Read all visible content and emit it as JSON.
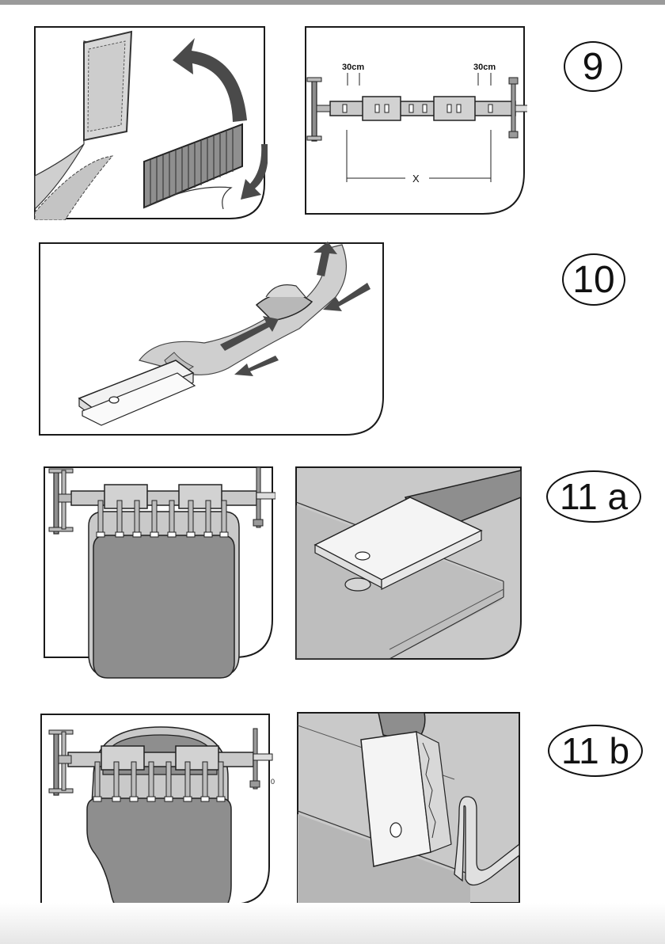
{
  "steps": {
    "s9": "9",
    "s10": "10",
    "s11a": "11 a",
    "s11b": "11 b"
  },
  "panel9b": {
    "measure_left": "30cm",
    "measure_right": "30cm",
    "distance": "X"
  },
  "panel11b": {
    "mark": "0"
  },
  "colors": {
    "panel_fill": "#c9c9c9",
    "dark_fill": "#8e8e8e",
    "arrow": "#4a4a4a",
    "outline": "#1a1a1a"
  }
}
